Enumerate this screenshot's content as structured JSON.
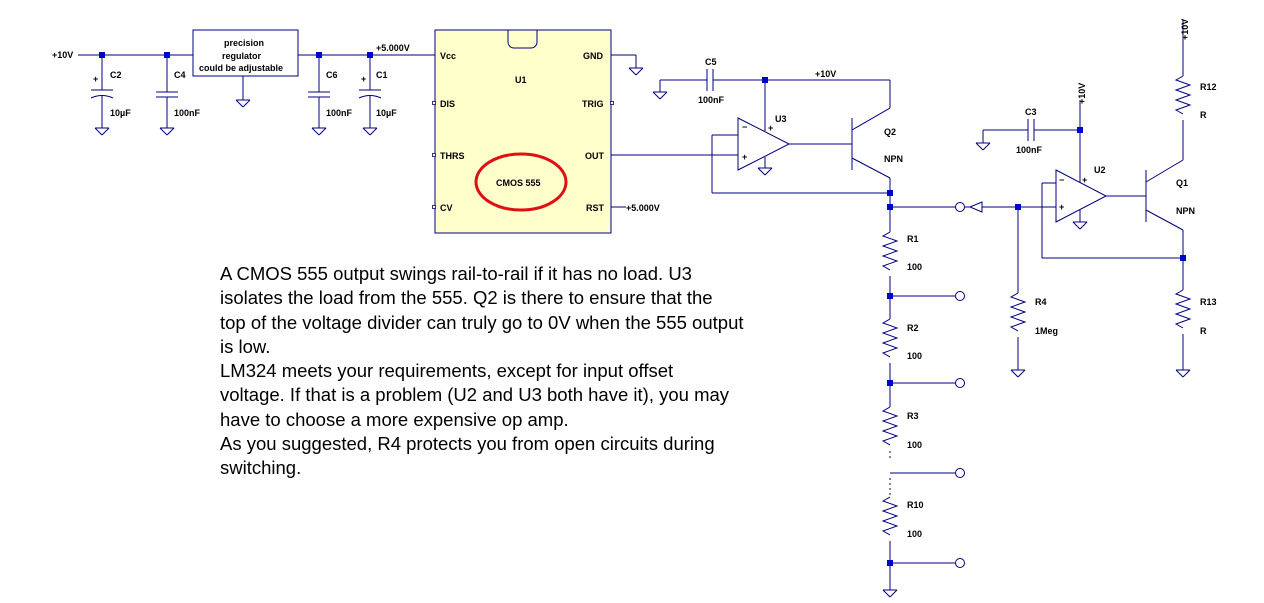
{
  "supplies": {
    "v10_left": "+10V",
    "v5_top": "+5.000V",
    "v5_rst": "+5.000V",
    "v10_u3": "+10V",
    "v10_u2": "+10V",
    "v10_r12": "+10V"
  },
  "regulator": {
    "line1": "precision",
    "line2": "regulator",
    "line3": "could be adjustable"
  },
  "ic555": {
    "ref": "U1",
    "part": "CMOS 555",
    "pins": {
      "vcc": "Vcc",
      "gnd": "GND",
      "dis": "DIS",
      "trig": "TRIG",
      "thrs": "THRS",
      "out": "OUT",
      "cv": "CV",
      "rst": "RST"
    }
  },
  "capacitors": {
    "c2": {
      "ref": "C2",
      "value": "10µF"
    },
    "c4": {
      "ref": "C4",
      "value": "100nF"
    },
    "c6": {
      "ref": "C6",
      "value": "100nF"
    },
    "c1": {
      "ref": "C1",
      "value": "10µF"
    },
    "c5": {
      "ref": "C5",
      "value": "100nF"
    },
    "c3": {
      "ref": "C3",
      "value": "100nF"
    }
  },
  "opamps": {
    "u3": "U3",
    "u2": "U2"
  },
  "transistors": {
    "q2": {
      "ref": "Q2",
      "type": "NPN"
    },
    "q1": {
      "ref": "Q1",
      "type": "NPN"
    }
  },
  "resistors": {
    "r1": {
      "ref": "R1",
      "value": "100"
    },
    "r2": {
      "ref": "R2",
      "value": "100"
    },
    "r3": {
      "ref": "R3",
      "value": "100"
    },
    "r10": {
      "ref": "R10",
      "value": "100"
    },
    "r4": {
      "ref": "R4",
      "value": "1Meg"
    },
    "r12": {
      "ref": "R12",
      "value": "R"
    },
    "r13": {
      "ref": "R13",
      "value": "R"
    }
  },
  "note": [
    "A CMOS 555 output swings rail-to-rail if it has no load. U3",
    "isolates the load from the 555. Q2 is there to ensure that the",
    "top of the voltage divider can truly go to 0V when the 555 output",
    "is low.",
    "LM324 meets your requirements, except for input offset",
    "voltage. If that is a problem (U2 and U3 both have it), you may",
    "have to choose a more expensive op amp.",
    "As you suggested, R4 protects you from open circuits during",
    "switching."
  ]
}
